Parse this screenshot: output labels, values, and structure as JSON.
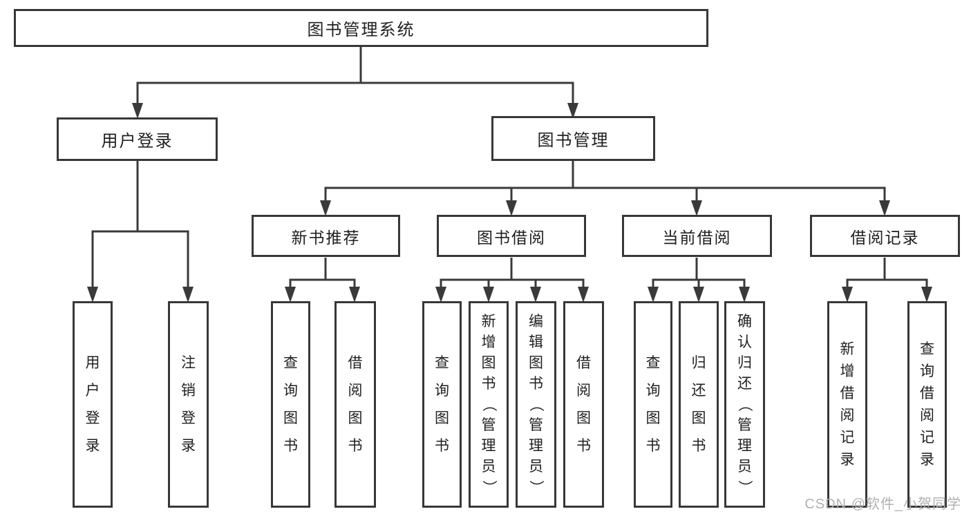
{
  "diagram": {
    "title": "图书管理系统",
    "root": {
      "label": "图书管理系统"
    },
    "level2": [
      {
        "label": "用户登录"
      },
      {
        "label": "图书管理"
      }
    ],
    "level3": [
      {
        "label": "新书推荐",
        "parent": "图书管理"
      },
      {
        "label": "图书借阅",
        "parent": "图书管理"
      },
      {
        "label": "当前借阅",
        "parent": "图书管理"
      },
      {
        "label": "借阅记录",
        "parent": "图书管理"
      }
    ],
    "leaves": [
      {
        "label": "用户登录",
        "parent": "用户登录"
      },
      {
        "label": "注销登录",
        "parent": "用户登录"
      },
      {
        "label": "查询图书",
        "parent": "新书推荐"
      },
      {
        "label": "借阅图书",
        "parent": "新书推荐"
      },
      {
        "label": "查询图书",
        "parent": "图书借阅"
      },
      {
        "label": "新增图书（管理员）",
        "parent": "图书借阅"
      },
      {
        "label": "编辑图书（管理员）",
        "parent": "图书借阅"
      },
      {
        "label": "借阅图书",
        "parent": "图书借阅"
      },
      {
        "label": "查询图书",
        "parent": "当前借阅"
      },
      {
        "label": "归还图书",
        "parent": "当前借阅"
      },
      {
        "label": "确认归还（管理员）",
        "parent": "当前借阅"
      },
      {
        "label": "新增借阅记录",
        "parent": "借阅记录"
      },
      {
        "label": "查询借阅记录",
        "parent": "借阅记录"
      }
    ]
  },
  "watermark": {
    "text": "CSDN @软件_小贺同学"
  },
  "colors": {
    "background": "#ffffff",
    "box_fill": "#ffffff",
    "box_border": "#373737",
    "line": "#3a3a3a",
    "text": "#1f1f1f",
    "watermark_text": "#b0b0b0"
  }
}
